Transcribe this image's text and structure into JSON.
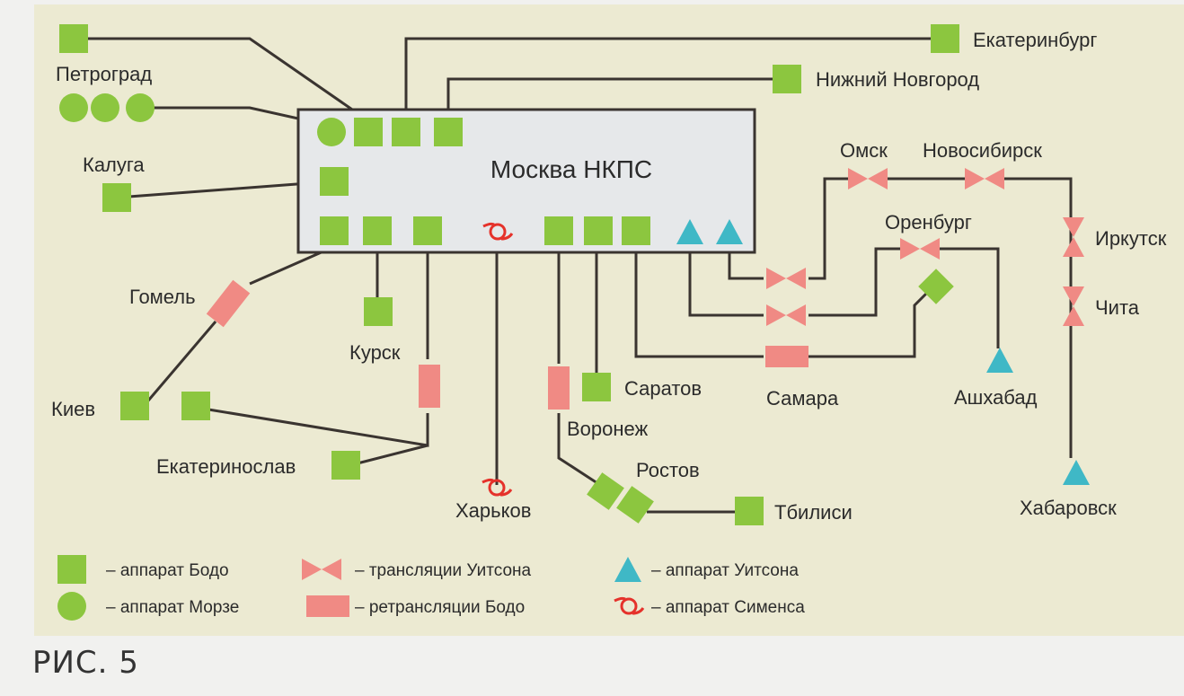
{
  "center": {
    "label": "Москва НКПС"
  },
  "cities": {
    "petrograd": "Петроград",
    "ekaterinburg": "Екатеринбург",
    "nizhny": "Нижний Новгород",
    "kaluga": "Калуга",
    "omsk": "Омск",
    "novosibirsk": "Новосибирск",
    "orenburg": "Оренбург",
    "irkutsk": "Иркутск",
    "chita": "Чита",
    "gomel": "Гомель",
    "kursk": "Курск",
    "kiev": "Киев",
    "ekaterinoslav": "Екатеринослав",
    "kharkov": "Харьков",
    "saratov": "Саратов",
    "voronezh": "Воронеж",
    "rostov": "Ростов",
    "tbilisi": "Тбилиси",
    "samara": "Самара",
    "ashkhabad": "Ашхабад",
    "khabarovsk": "Хабаровск"
  },
  "legend": {
    "baudot": "– аппарат Бодо",
    "morse": "– аппарат Морзе",
    "wheatstone_translation": "– трансляции Уитсона",
    "baudot_retranslation": "– ретрансляции Бодо",
    "wheatstone": "– аппарат Уитсона",
    "siemens": "– аппарат Сименса"
  },
  "colors": {
    "baudot": "#8cc63f",
    "morse": "#8cc63f",
    "relay": "#f08a84",
    "wheatstone": "#3fb8c6",
    "siemens": "#e5322b",
    "line": "#3a3430"
  },
  "caption": "РИС. 5"
}
